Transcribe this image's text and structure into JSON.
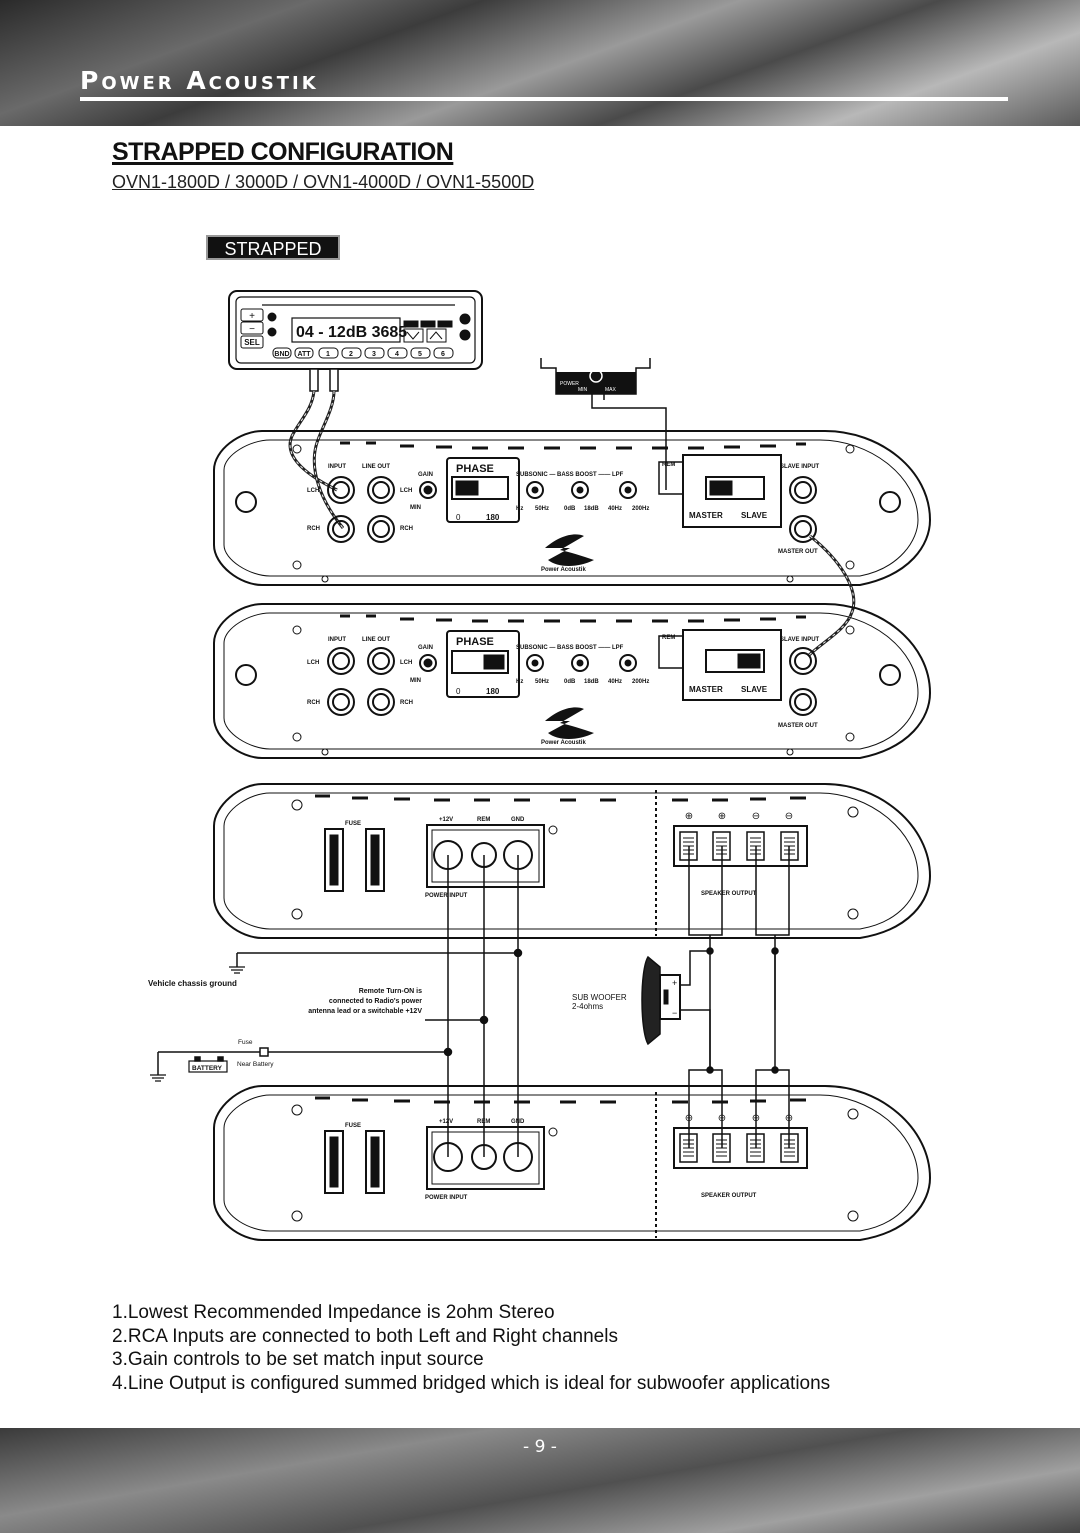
{
  "header": {
    "brand": "Power Acoustik"
  },
  "title": "STRAPPED CONFIGURATION",
  "subtitle": "OVN1-1800D / 3000D / OVN1-4000D / OVN1-5500D",
  "badge": "STRAPPED",
  "head_unit": {
    "display": "04 - 12dB 3685",
    "buttons": [
      "BND",
      "ATT",
      "1",
      "2",
      "3",
      "4",
      "5",
      "6"
    ],
    "keys": [
      "+",
      "−",
      "SEL"
    ]
  },
  "remote": {
    "power": "POWER",
    "min": "MIN",
    "max": "MAX"
  },
  "amp_front": {
    "input": "INPUT",
    "line_out": "LINE OUT",
    "lch": "LCH",
    "rch": "RCH",
    "gain": "GAIN",
    "min": "MIN",
    "phase": "PHASE",
    "phase_0": "0",
    "phase_180": "180",
    "subsonic_bass": "SUBSONIC — BASS BOOST —— LPF",
    "freq_labels": [
      "Hz",
      "50Hz",
      "0dB",
      "18dB",
      "40Hz",
      "200Hz"
    ],
    "rem": "REM",
    "slave_input": "SLAVE INPUT",
    "master": "MASTER",
    "slave": "SLAVE",
    "master_out": "MASTER OUT",
    "logo": "Power Acoustik"
  },
  "amp_rear": {
    "fuse": "FUSE",
    "plus12": "+12V",
    "rem": "REM",
    "gnd": "GND",
    "power_input": "POWER INPUT",
    "speaker_output": "SPEAKER OUTPUT",
    "terminal_signs": [
      "⊕",
      "⊕",
      "⊖",
      "⊖"
    ]
  },
  "wiring": {
    "chassis_ground": "Vehicle chassis ground",
    "remote_note": [
      "Remote Turn-ON is",
      "connected to Radio's power",
      "antenna lead or a switchable +12V"
    ],
    "fuse": "Fuse",
    "battery": "BATTERY",
    "near_battery": "Near Battery",
    "sub_woofer": "SUB WOOFER",
    "ohms": "2-4ohms"
  },
  "notes": [
    "1.Lowest Recommended Impedance is 2ohm Stereo",
    "2.RCA Inputs are connected to both Left and Right channels",
    "3.Gain controls to be set match input source",
    "4.Line Output is configured summed bridged which is ideal for subwoofer applications"
  ],
  "footer": {
    "page": "- 9 -"
  }
}
